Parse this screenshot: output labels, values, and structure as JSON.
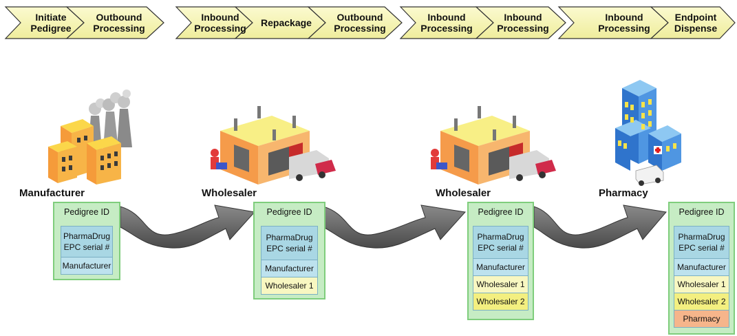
{
  "steps": [
    {
      "label": "Initiate\nPedigree"
    },
    {
      "label": "Outbound\nProcessing"
    },
    {
      "label": "Inbound\nProcessing"
    },
    {
      "label": "Repackage"
    },
    {
      "label": "Outbound\nProcessing"
    },
    {
      "label": "Inbound\nProcessing"
    },
    {
      "label": "Inbound\nProcessing"
    },
    {
      "label": "Inbound\nProcessing"
    },
    {
      "label": "Endpoint\nDispense"
    }
  ],
  "stages": [
    {
      "name": "Manufacturer",
      "icon": "factory-icon"
    },
    {
      "name": "Wholesaler",
      "icon": "warehouse-icon"
    },
    {
      "name": "Wholesaler",
      "icon": "warehouse-icon"
    },
    {
      "name": "Pharmacy",
      "icon": "pharmacy-building-icon"
    }
  ],
  "pedigree": {
    "id_label": "Pedigree ID",
    "drug": "PharmaDrug\nEPC serial #",
    "manufacturer": "Manufacturer",
    "wholesaler1": "Wholesaler 1",
    "wholesaler2": "Wholesaler 2",
    "pharmacy": "Pharmacy"
  },
  "colors": {
    "chevron_fill": "#f7f6b4",
    "card_fill": "#c6ecc4",
    "card_border": "#7fcd7c",
    "drug_row": "#a9d7e4",
    "manufacturer_row": "#bde2ee",
    "wholesaler1_row": "#f8f7c1",
    "wholesaler2_row": "#f3ef80",
    "pharmacy_row": "#f6b58b",
    "arrow": "#6e6e6e"
  }
}
